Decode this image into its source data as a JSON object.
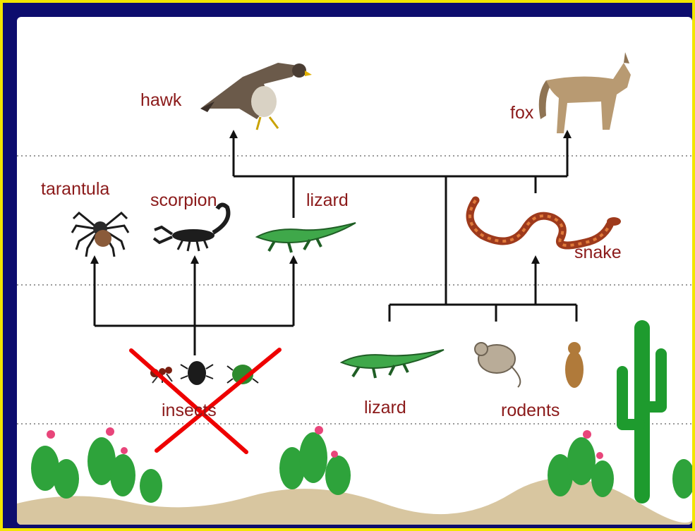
{
  "diagram": {
    "labels": {
      "hawk": "hawk",
      "fox": "fox",
      "tarantula": "tarantula",
      "scorpion": "scorpion",
      "lizard_top": "lizard",
      "snake": "snake",
      "insects": "insects",
      "lizard_bottom": "lizard",
      "rodents": "rodents"
    },
    "colors": {
      "frame_border": "#f2e600",
      "frame_bg": "#0d0d6e",
      "panel_bg": "#ffffff",
      "label_color": "#8b1a1a",
      "arrow_color": "#111111",
      "cross_color": "#ee0000",
      "cactus_green": "#1e9b2e",
      "flower_pink": "#e8457a",
      "ground": "#d8c6a0"
    },
    "crossed_out": "insects"
  }
}
